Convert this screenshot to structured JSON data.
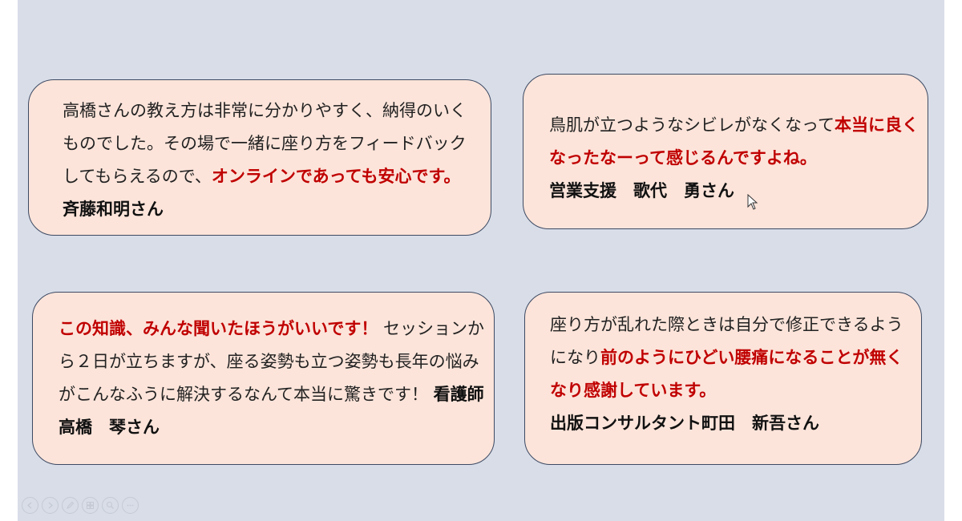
{
  "cards": [
    {
      "normal1": "高橋さんの教え方は非常に分かりやすく、納得のいくものでした。その場で一緒に座り方をフィードバックしてもらえるので、",
      "emphasis": "オンラインであっても安心です。",
      "name": "斉藤和明さん"
    },
    {
      "normal1": "鳥肌が立つようなシビレがなくなって",
      "emphasis": "本当に良くなったなーって感じるんですよね。",
      "name": "営業支援　歌代　勇さん"
    },
    {
      "emphasis": "この知識、みんな聞いたほうがいいです！",
      "normal1": " セッションから２日が立ちますが、座る姿勢も立つ姿勢も長年の悩みがこんなふうに解決するなんて本当に驚きです！ ",
      "name": "看護師　高橋　琴さん"
    },
    {
      "normal1": "座り方が乱れた際ときは自分で修正できるようになり",
      "emphasis": "前のようにひどい腰痛になることが無くなり感謝しています。",
      "name": "出版コンサルタント町田　新吾さん"
    }
  ],
  "colors": {
    "card_fill": "#fce4da",
    "card_border": "#3d4a63",
    "emphasis": "#c00000",
    "slide_background": "#d8dde8"
  },
  "toolbar": {
    "icons": [
      "previous-icon",
      "next-icon",
      "pen-icon",
      "slides-icon",
      "zoom-icon",
      "more-options-icon"
    ]
  }
}
